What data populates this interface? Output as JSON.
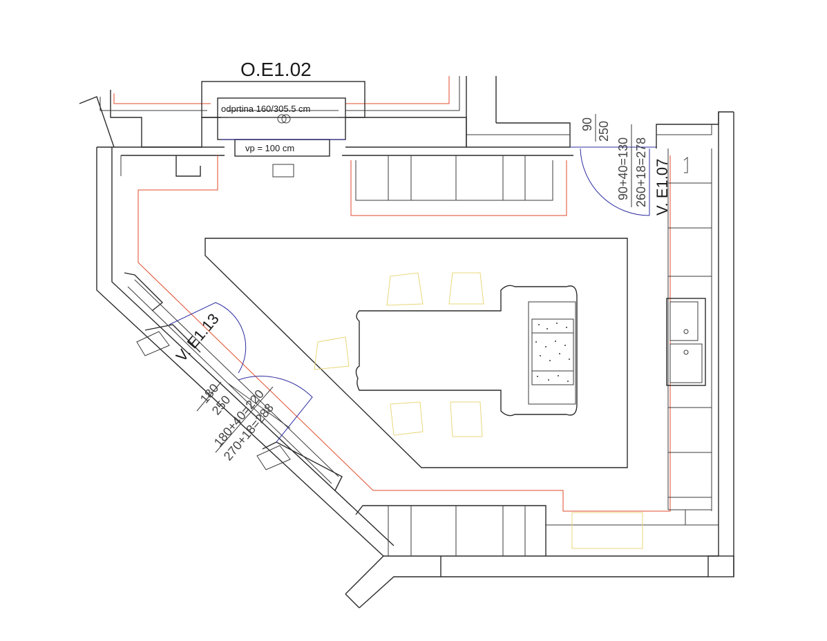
{
  "labels": {
    "window_tag": "O.E1.02",
    "window_opening": "odprtina 160/305.5 cm",
    "window_sill": "vp = 100 cm",
    "door_right_tag": "V. E1.07",
    "door_right_dim_a": "90",
    "door_right_dim_b": "250",
    "door_right_calc_1": "90+40=130",
    "door_right_calc_2": "260+18=278",
    "door_left_tag": "V. E1.13",
    "door_left_dim_a": "180",
    "door_left_dim_b": "250",
    "door_left_calc_1": "180+40=220",
    "door_left_calc_2": "270+18=288"
  },
  "colors": {
    "wall": "#2a2a2a",
    "red_line": "#e04a2a",
    "blue_line": "#2a2aa0",
    "yellow_furniture": "#e8d77a"
  }
}
